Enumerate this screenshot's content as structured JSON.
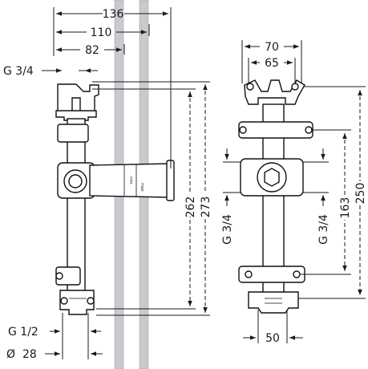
{
  "side_view": {
    "dims_top": [
      "136",
      "110",
      "82"
    ],
    "thread_top": "G 3/4",
    "dims_vertical": [
      "262",
      "273"
    ],
    "thread_bottom": "G 1/2",
    "diameter": "28",
    "diameter_symbol": "Ø",
    "scale_min": "min.",
    "scale_max": "max"
  },
  "front_view": {
    "dims_top": [
      "70",
      "65"
    ],
    "dims_vertical": [
      "163",
      "250"
    ],
    "thread_left": "G 3/4",
    "thread_right": "G 3/4",
    "dim_bottom": "50"
  }
}
